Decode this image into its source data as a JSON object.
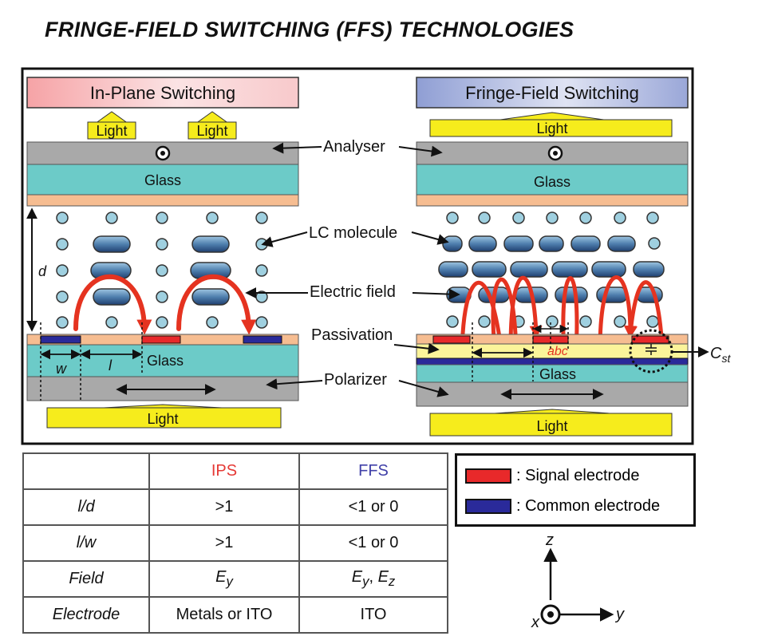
{
  "title": "FRINGE-FIELD SWITCHING (FFS) TECHNOLOGIES",
  "ips_panel": {
    "header": "In-Plane Switching",
    "light_top_1": "Light",
    "light_top_2": "Light",
    "glass_top": "Glass",
    "glass_bottom": "Glass",
    "light_bottom": "Light",
    "d_label": "d",
    "w_label": "w",
    "l_label": "l"
  },
  "ffs_panel": {
    "header": "Fringe-Field Switching",
    "light_top": "Light",
    "glass_top": "Glass",
    "glass_bottom": "Glass",
    "light_bottom": "Light",
    "abc_label": "abc",
    "cst_label": "C",
    "cst_sub": "st"
  },
  "callouts": {
    "analyser": "Analyser",
    "lc_molecule": "LC molecule",
    "electric_field": "Electric field",
    "passivation": "Passivation",
    "polarizer": "Polarizer"
  },
  "table": {
    "headers": [
      "",
      "IPS",
      "FFS"
    ],
    "rows": [
      {
        "label": "l/d",
        "ips": ">1",
        "ffs": "<1 or 0"
      },
      {
        "label": "l/w",
        "ips": ">1",
        "ffs": "<1 or 0"
      },
      {
        "label": "Field",
        "ips_main": "E",
        "ips_sub": "y",
        "ffs_a": "E",
        "ffs_a_sub": "y",
        "ffs_sep": ", ",
        "ffs_b": "E",
        "ffs_b_sub": "z"
      },
      {
        "label": "Electrode",
        "ips": "Metals or ITO",
        "ffs": "ITO"
      }
    ]
  },
  "legend": {
    "signal": ": Signal electrode",
    "common": ": Common electrode",
    "signal_color": "#e8292a",
    "common_color": "#2a2a9a"
  },
  "axes": {
    "z": "z",
    "y": "y",
    "x": "x"
  },
  "colors": {
    "glass": "#6ccbc8",
    "gray_plate": "#a9a9a9",
    "orange_layer": "#f6bd91",
    "passivation": "#fbf49a",
    "light_arrow": "#f6ec1c",
    "field_arrow": "#e53320",
    "lc_fill": "#9fd0e0"
  }
}
